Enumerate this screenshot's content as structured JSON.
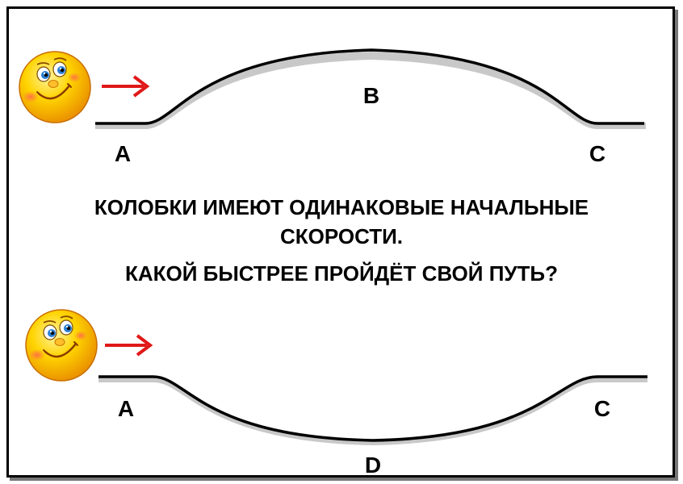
{
  "diagram": {
    "top_track": {
      "start_label": "A",
      "middle_label": "B",
      "end_label": "C"
    },
    "bottom_track": {
      "start_label": "A",
      "middle_label": "D",
      "end_label": "C"
    }
  },
  "question": {
    "line1": "КОЛОБКИ ИМЕЮТ ОДИНАКОВЫЕ НАЧАЛЬНЫЕ",
    "line2": "СКОРОСТИ.",
    "line3": "КАКОЙ БЫСТРЕЕ ПРОЙДЁТ СВОЙ ПУТЬ?"
  },
  "colors": {
    "track": "#000000",
    "track_shadow": "#c8c8c8",
    "arrow": "#e01818",
    "kolobok": "#f5b800"
  }
}
